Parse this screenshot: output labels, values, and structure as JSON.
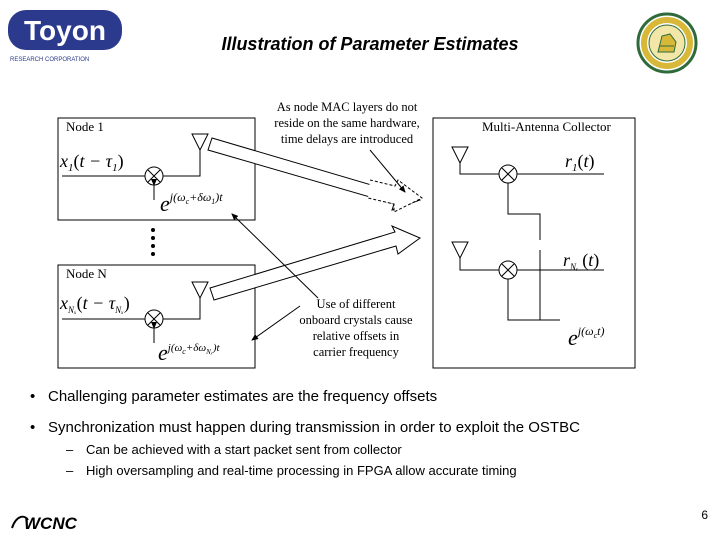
{
  "slide": {
    "title": "Illustration of Parameter Estimates",
    "page_number": "6"
  },
  "logos": {
    "company": "Toyon",
    "company_subtitle": "RESEARCH CORPORATION",
    "conference": "WCNC"
  },
  "diagram": {
    "node1_label": "Node 1",
    "nodeN_label": "Node N",
    "collector_label": "Multi-Antenna Collector",
    "mac_annotation": [
      "As node MAC layers do not",
      "reside on the same hardware,",
      "time delays are introduced"
    ],
    "crystal_annotation": [
      "Use of different",
      "onboard crystals cause",
      "relative offsets in",
      "carrier frequency"
    ]
  },
  "bullets": [
    "Challenging parameter estimates are the frequency offsets",
    "Synchronization must happen during transmission in order to exploit the OSTBC"
  ],
  "sub_bullets": [
    "Can be achieved with a start packet sent from collector",
    "High oversampling and real-time processing in FPGA allow accurate timing"
  ],
  "colors": {
    "logo_blue": "#2b3a8c",
    "seal_gold": "#d8b838",
    "seal_green": "#2f6b3a"
  }
}
